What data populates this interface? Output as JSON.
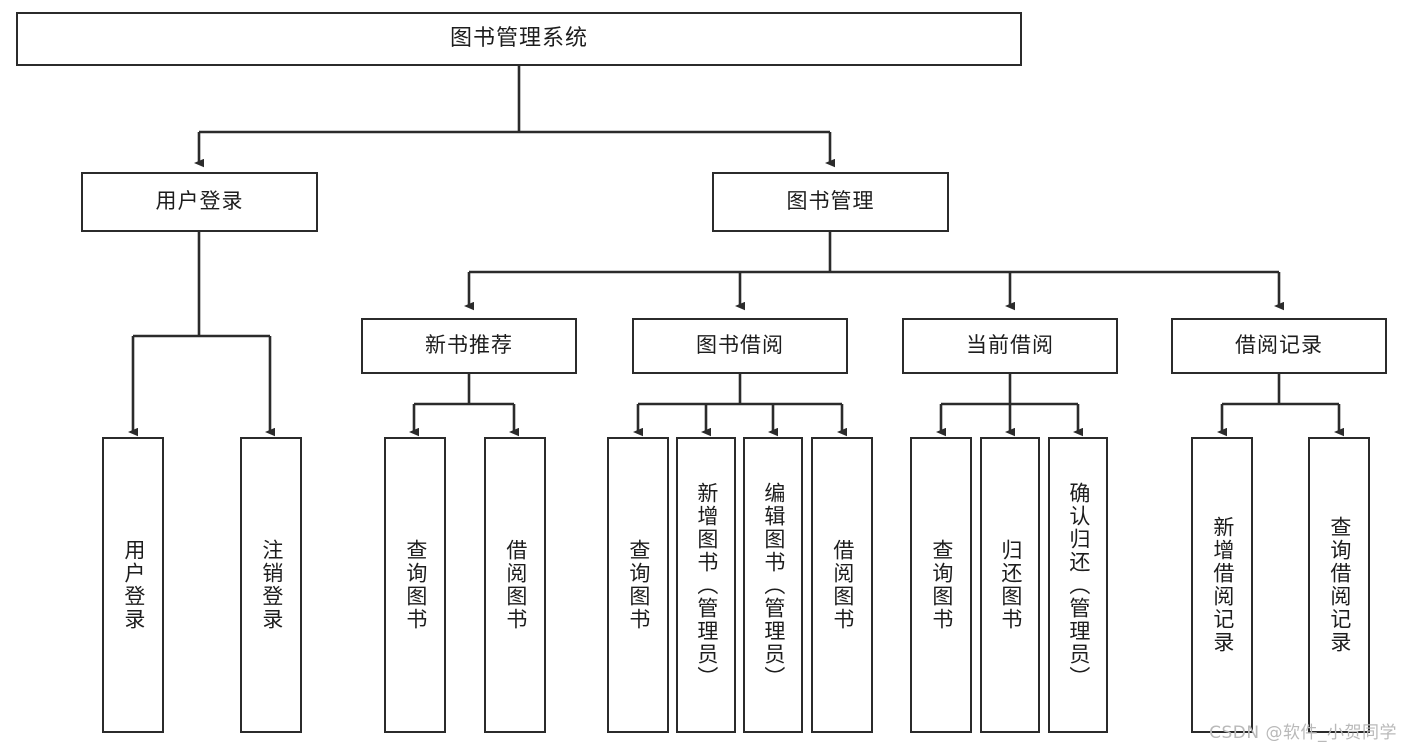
{
  "diagram": {
    "title_text": "图书管理系统",
    "watermark": "CSDN @软件_小贺同学",
    "line_color": "#2b2b2b",
    "box_fill": "#ffffff",
    "text_color": "#1d1d1d",
    "watermark_color": "#b9b9b9",
    "type": "tree-hierarchy"
  },
  "root": {
    "label": "图书管理系统"
  },
  "level2": [
    {
      "label": "用户登录"
    },
    {
      "label": "图书管理"
    }
  ],
  "level3": [
    {
      "label": "新书推荐"
    },
    {
      "label": "图书借阅"
    },
    {
      "label": "当前借阅"
    },
    {
      "label": "借阅记录"
    }
  ],
  "leaves": {
    "user_login": [
      {
        "label": "用户登录"
      },
      {
        "label": "注销登录"
      }
    ],
    "new_book": [
      {
        "label": "查询图书"
      },
      {
        "label": "借阅图书"
      }
    ],
    "book_borrow": [
      {
        "label": "查询图书"
      },
      {
        "label": "新增图书（管理员）"
      },
      {
        "label": "编辑图书（管理员）"
      },
      {
        "label": "借阅图书"
      }
    ],
    "current_borrow": [
      {
        "label": "查询图书"
      },
      {
        "label": "归还图书"
      },
      {
        "label": "确认归还（管理员）"
      }
    ],
    "borrow_record": [
      {
        "label": "新增借阅记录"
      },
      {
        "label": "查询借阅记录"
      }
    ]
  }
}
